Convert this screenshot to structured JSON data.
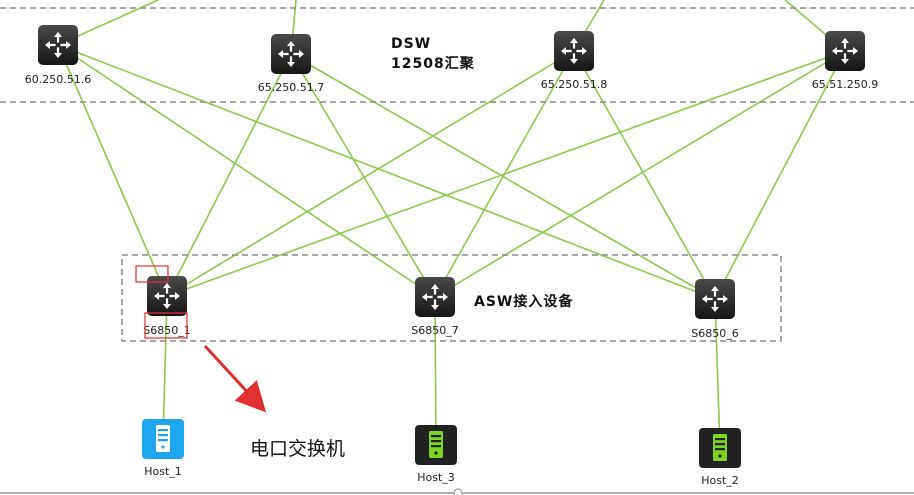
{
  "zones": {
    "dsw": {
      "title_line1": "DSW",
      "title_line2": "12508汇聚"
    },
    "asw": {
      "title": "ASW接入设备"
    }
  },
  "nodes": {
    "d1": {
      "label": "60.250.51.6",
      "kind": "switch"
    },
    "d2": {
      "label": "65.250.51.7",
      "kind": "switch"
    },
    "d3": {
      "label": "65.250.51.8",
      "kind": "switch"
    },
    "d4": {
      "label": "65.51.250.9",
      "kind": "switch"
    },
    "a1": {
      "label": "S6850_1",
      "kind": "switch"
    },
    "a2": {
      "label": "S6850_7",
      "kind": "switch"
    },
    "a3": {
      "label": "S6850_6",
      "kind": "switch"
    },
    "h1": {
      "label": "Host_1",
      "kind": "host",
      "variant": "selected"
    },
    "h3": {
      "label": "Host_3",
      "kind": "host"
    },
    "h2": {
      "label": "Host_2",
      "kind": "host"
    }
  },
  "links": [
    [
      "d1",
      "a1"
    ],
    [
      "d1",
      "a2"
    ],
    [
      "d1",
      "a3"
    ],
    [
      "d2",
      "a1"
    ],
    [
      "d2",
      "a2"
    ],
    [
      "d2",
      "a3"
    ],
    [
      "d3",
      "a1"
    ],
    [
      "d3",
      "a2"
    ],
    [
      "d3",
      "a3"
    ],
    [
      "d4",
      "a1"
    ],
    [
      "d4",
      "a2"
    ],
    [
      "d4",
      "a3"
    ],
    [
      "a1",
      "h1"
    ],
    [
      "a2",
      "h3"
    ],
    [
      "a3",
      "h2"
    ]
  ],
  "annotation": {
    "text": "电口交换机"
  },
  "colors": {
    "link": "#8cc94e",
    "switch_body": "#2b2b2b",
    "host_body": "#222222",
    "host_accent": "#7ed321",
    "host_selected": "#1ea7ee",
    "highlight": "#e03030"
  }
}
